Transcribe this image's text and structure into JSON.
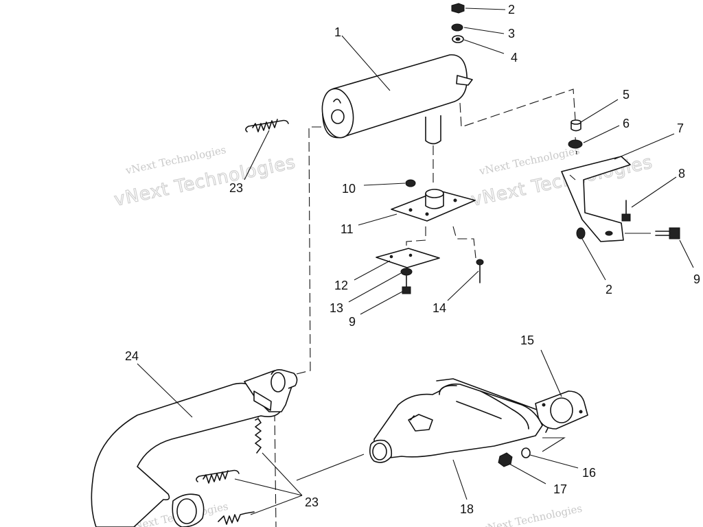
{
  "watermark": {
    "line1": "vNext Technologies",
    "line2": "vNext Technologies"
  },
  "labels": {
    "p1": "1",
    "p2a": "2",
    "p2b": "2",
    "p3": "3",
    "p4": "4",
    "p5": "5",
    "p6": "6",
    "p7": "7",
    "p8": "8",
    "p9a": "9",
    "p9b": "9",
    "p10": "10",
    "p11": "11",
    "p12": "12",
    "p13": "13",
    "p14": "14",
    "p15": "15",
    "p16": "16",
    "p17": "17",
    "p18": "18",
    "p23a": "23",
    "p23b": "23",
    "p24": "24"
  }
}
